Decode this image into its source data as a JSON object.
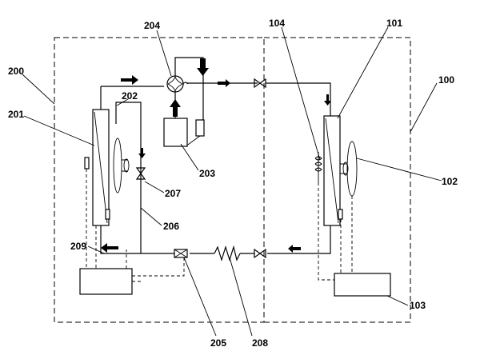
{
  "labels": {
    "l100": "100",
    "l101": "101",
    "l102": "102",
    "l103": "103",
    "l104": "104",
    "l200": "200",
    "l201": "201",
    "l202": "202",
    "l203": "203",
    "l204": "204",
    "l205": "205",
    "l206": "206",
    "l207": "207",
    "l208": "208",
    "l209": "209"
  }
}
